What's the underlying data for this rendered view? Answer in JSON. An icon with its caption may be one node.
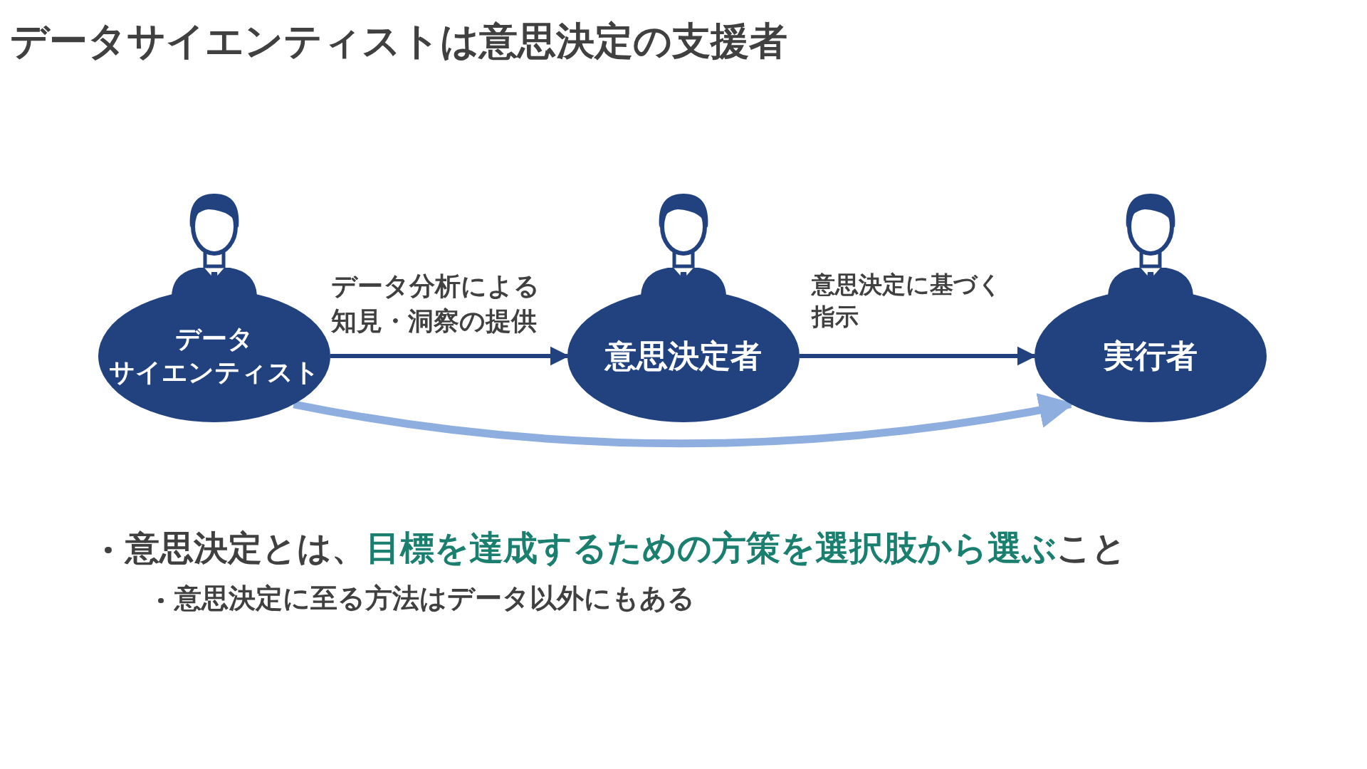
{
  "diagram": {
    "title": "データサイエンティストは意思決定の支援者",
    "nodes": [
      {
        "text": [
          "データサイエンティスト"
        ]
      },
      {
        "text": [
          "意思決定者"
        ]
      },
      {
        "text": [
          "実行者"
        ]
      }
    ],
    "edges": [
      {
        "from": 0,
        "to": 1,
        "arrow": "to",
        "label": "データ分析による知見・洞察の提供"
      },
      {
        "from": 1,
        "to": 2,
        "arrow": "to",
        "label": "意思決定に基づく指示"
      },
      {
        "from": 0,
        "to": 2,
        "arrow": "to",
        "style": "thick",
        "color": "#8eaee0"
      }
    ],
    "labels": [
      "意思決定とは、**目標を達成するための方策を選択肢から選ぶ**こと",
      "意思決定に至る方法はデータ以外にもある"
    ]
  }
}
